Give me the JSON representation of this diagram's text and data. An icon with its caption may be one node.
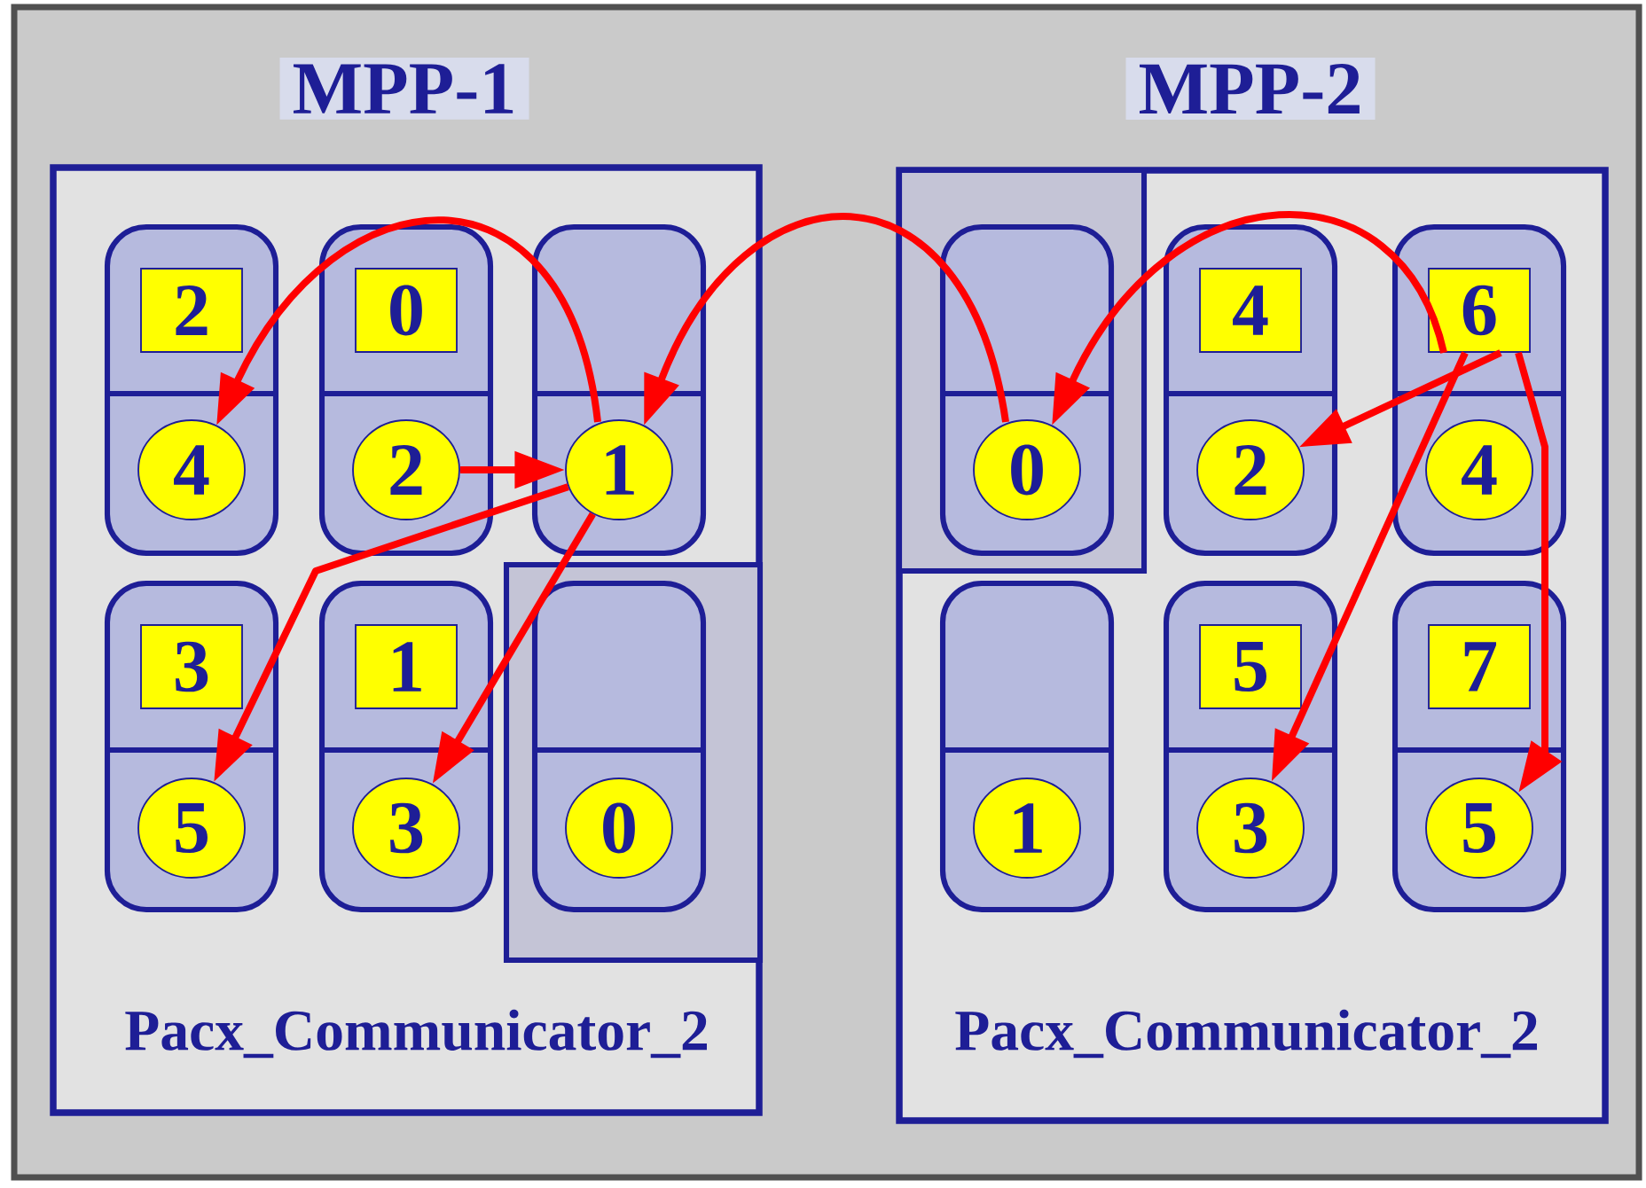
{
  "diagram": {
    "nodes": [
      {
        "text": [
          "MPP-1",
          "Pacx_Communicator_2"
        ]
      },
      {
        "text": [],
        "shape": "box",
        "in": 0
      },
      {
        "text": [
          "2"
        ],
        "in": 1
      },
      {
        "text": [
          "4"
        ],
        "in": 1
      },
      {
        "text": [],
        "shape": "box",
        "in": 0
      },
      {
        "text": [
          "0"
        ],
        "in": 4
      },
      {
        "text": [
          "2"
        ],
        "in": 4
      },
      {
        "text": [],
        "shape": "box",
        "in": 0
      },
      {
        "text": [
          "1"
        ],
        "in": 7
      },
      {
        "text": [],
        "shape": "box",
        "in": 0
      },
      {
        "text": [
          "3"
        ],
        "in": 9
      },
      {
        "text": [
          "5"
        ],
        "in": 9
      },
      {
        "text": [],
        "shape": "box",
        "in": 0
      },
      {
        "text": [
          "1"
        ],
        "in": 12
      },
      {
        "text": [
          "3"
        ],
        "in": 12
      },
      {
        "text": [],
        "shape": "box",
        "in": 0
      },
      {
        "text": [],
        "shape": "box",
        "in": 15
      },
      {
        "text": [
          "0"
        ],
        "in": 16
      },
      {
        "text": [
          "MPP-2",
          "Pacx_Communicator_2"
        ]
      },
      {
        "text": [],
        "shape": "box",
        "in": 18
      },
      {
        "text": [],
        "shape": "box",
        "in": 19
      },
      {
        "text": [
          "0"
        ],
        "in": 20
      },
      {
        "text": [],
        "shape": "box",
        "in": 18
      },
      {
        "text": [
          "4"
        ],
        "in": 22
      },
      {
        "text": [
          "2"
        ],
        "in": 22
      },
      {
        "text": [],
        "shape": "box",
        "in": 18
      },
      {
        "text": [
          "6"
        ],
        "in": 25
      },
      {
        "text": [
          "4"
        ],
        "in": 25
      },
      {
        "text": [],
        "shape": "box",
        "in": 18
      },
      {
        "text": [
          "1"
        ],
        "in": 28
      },
      {
        "text": [],
        "shape": "box",
        "in": 18
      },
      {
        "text": [
          "5"
        ],
        "in": 30
      },
      {
        "text": [
          "3"
        ],
        "in": 30
      },
      {
        "text": [],
        "shape": "box",
        "in": 18
      },
      {
        "text": [
          "7"
        ],
        "in": 33
      },
      {
        "text": [
          "5"
        ],
        "in": 33
      }
    ],
    "edges": [
      {
        "from": 8,
        "to": 3,
        "arrow": "to"
      },
      {
        "from": 6,
        "to": 8,
        "arrow": "to"
      },
      {
        "from": 8,
        "to": 11,
        "arrow": "to"
      },
      {
        "from": 8,
        "to": 14,
        "arrow": "to"
      },
      {
        "from": 21,
        "to": 8,
        "arrow": "to"
      },
      {
        "from": 26,
        "to": 21,
        "arrow": "to"
      },
      {
        "from": 26,
        "to": 24,
        "arrow": "to"
      },
      {
        "from": 26,
        "to": 32,
        "arrow": "to"
      },
      {
        "from": 26,
        "to": 35,
        "arrow": "to"
      }
    ]
  }
}
